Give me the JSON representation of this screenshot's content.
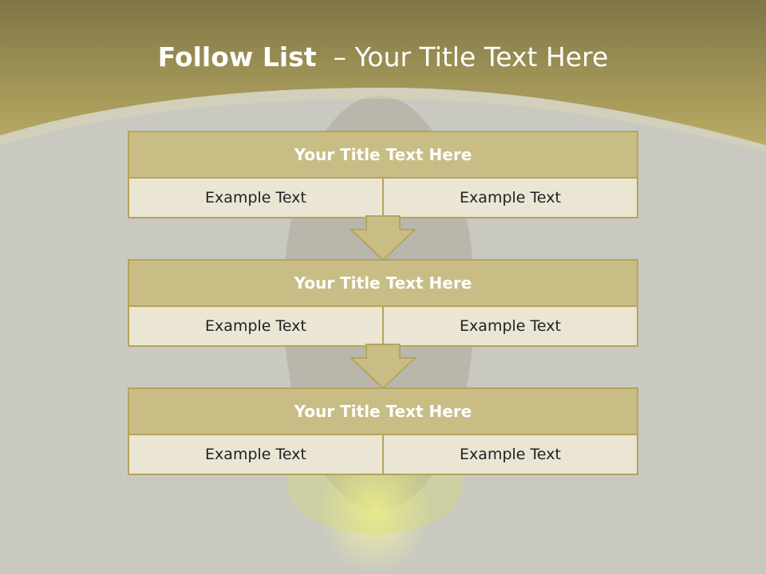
{
  "slide": {
    "title_strong": "Follow List",
    "title_rest": "  – Your Title Text Here"
  },
  "steps": [
    {
      "title": "Your Title Text Here",
      "left": "Example Text",
      "right": "Example Text"
    },
    {
      "title": "Your Title Text Here",
      "left": "Example Text",
      "right": "Example Text"
    },
    {
      "title": "Your Title Text Here",
      "left": "Example Text",
      "right": "Example Text"
    }
  ],
  "colors": {
    "header_band": "#b8aa62",
    "header_fill": "#c8bd85",
    "cell_fill": "#ebe5d4",
    "border": "#b6a45c",
    "background": "#c9c9c2"
  }
}
